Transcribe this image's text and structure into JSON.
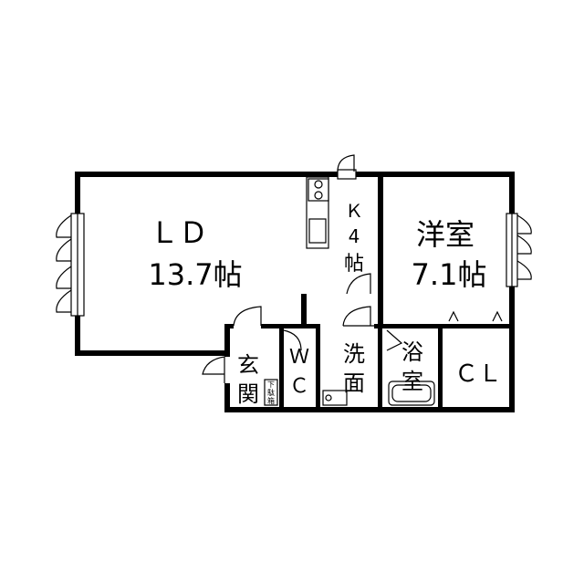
{
  "rooms": {
    "ld": {
      "name": "ＬＤ",
      "size": "13.7帖"
    },
    "kitchen": {
      "name": "Ｋ",
      "size_num": "4",
      "size_unit": "帖"
    },
    "western": {
      "name": "洋室",
      "size": "7.1帖"
    },
    "entrance": {
      "char1": "玄",
      "char2": "関"
    },
    "shoe_box": {
      "char1": "下",
      "char2": "駄",
      "char3": "箱"
    },
    "wc": {
      "char1": "Ｗ",
      "char2": "Ｃ"
    },
    "washroom": {
      "char1": "洗",
      "char2": "面"
    },
    "bath": {
      "char1": "浴",
      "char2": "室"
    },
    "closet": {
      "name": "ＣＬ"
    }
  },
  "colors": {
    "wall": "#000000",
    "background": "#ffffff"
  }
}
